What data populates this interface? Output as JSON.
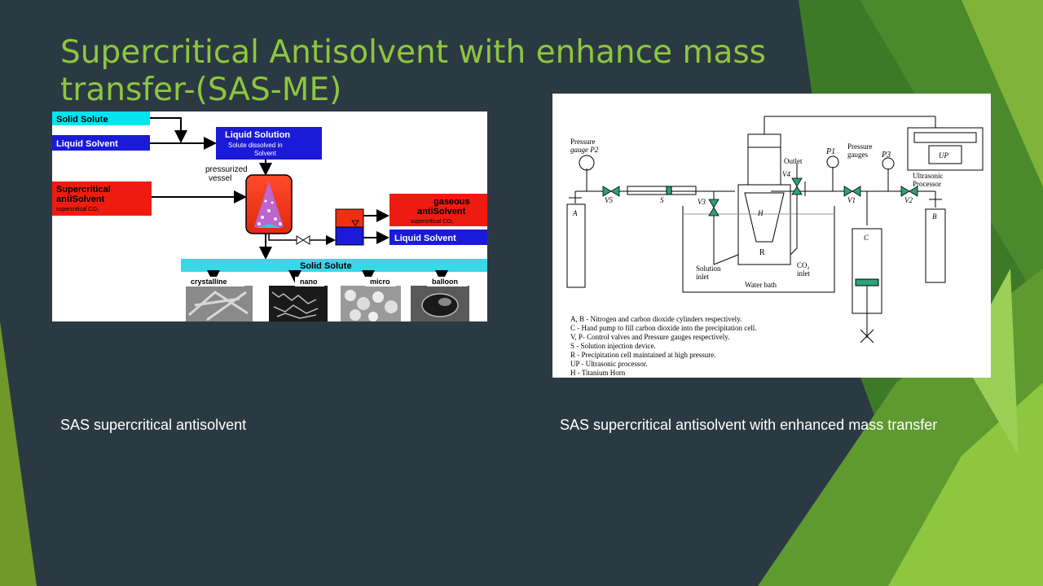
{
  "slide": {
    "title": "Supercritical Antisolvent with enhance mass transfer-(SAS-ME)",
    "captions": {
      "left": "SAS supercritical antisolvent",
      "right": "SAS supercritical antisolvent with enhanced mass transfer"
    },
    "colors": {
      "background": "#2b3a42",
      "accent": "#8dc63f"
    }
  },
  "figure_left": {
    "solid_solute": "Solid Solute",
    "liquid_solvent": "Liquid Solvent",
    "liquid_solution": "Liquid Solution",
    "liquid_solution_sub1": "Solute dissolved in",
    "liquid_solution_sub2": "Solvent",
    "pressurized1": "pressurized",
    "pressurized2": "vessel",
    "sc_line1": "Supercritical",
    "sc_line2": "antiSolvent",
    "sc_line3": "supercritical CO₂",
    "gas_line1": "gaseous",
    "gas_line2": "antiSolvent",
    "gas_line3": "supercritical CO₂",
    "liquid_solvent_out": "Liquid Solvent",
    "solid_solute_bar": "Solid Solute",
    "morph_crystalline": "crystalline",
    "morph_nano": "nano",
    "morph_micro": "micro",
    "morph_balloon": "balloon"
  },
  "figure_right": {
    "pressure_gauge_p2": "Pressure",
    "pressure_gauge_p2b": "gauge P2",
    "outlet": "Outlet",
    "p1": "P1",
    "pressure_gauges": "Pressure",
    "pressure_gauges_b": "gauges",
    "p3": "P3",
    "up": "UP",
    "ultrasonic": "Ultrasonic",
    "processor": "Processor",
    "v1": "V1",
    "v2": "V2",
    "v3": "V3",
    "v4": "V4",
    "v5": "V5",
    "s": "S",
    "a": "A",
    "b": "B",
    "c": "C",
    "h": "H",
    "r": "R",
    "solution_inlet1": "Solution",
    "solution_inlet2": "inlet",
    "co2_inlet1": "CO₂",
    "co2_inlet2": "inlet",
    "water_bath": "Water bath",
    "legend": [
      "A, B - Nitrogen and carbon dioxide cylinders respectively.",
      "C - Hand pump to fill carbon dioxide into the precipitation cell.",
      "V, P- Control valves and Pressure gauges respectively.",
      "S - Solution injection device.",
      "R - Precipitation cell maintained at high pressure.",
      "UP - Ultrasonic processor.",
      "H - Titanium Horn"
    ]
  }
}
